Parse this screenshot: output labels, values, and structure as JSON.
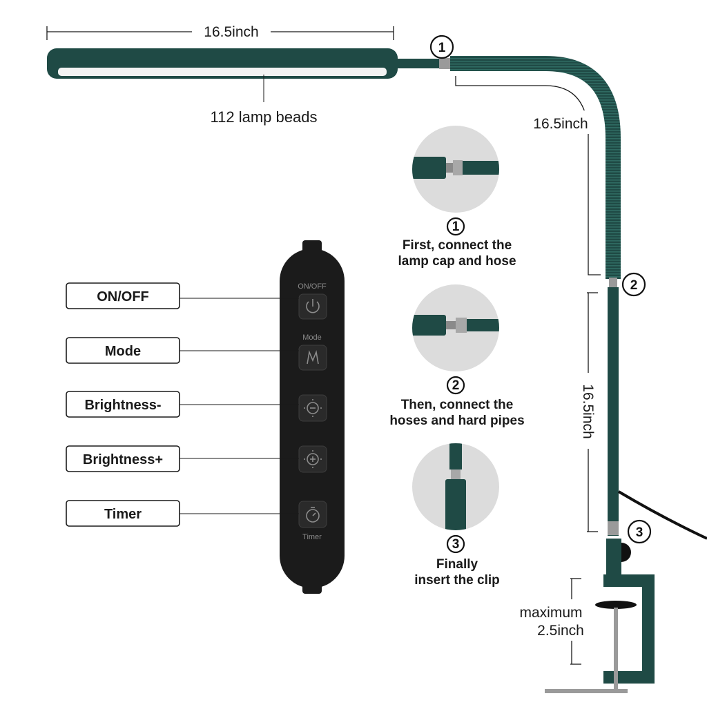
{
  "lamp": {
    "head_width_label": "16.5inch",
    "beads_label": "112 lamp beads",
    "hose_length_label": "16.5inch",
    "pipe_length_label": "16.5inch",
    "clamp_label_line1": "maximum",
    "clamp_label_line2": "2.5inch"
  },
  "badges": [
    "1",
    "2",
    "3"
  ],
  "steps": [
    {
      "number": "1",
      "line1": "First, connect the",
      "line2": "lamp cap and hose"
    },
    {
      "number": "2",
      "line1": "Then, connect the",
      "line2": "hoses and hard pipes"
    },
    {
      "number": "3",
      "line1": "Finally",
      "line2": "insert the clip"
    }
  ],
  "remote": {
    "buttons": [
      {
        "callout": "ON/OFF",
        "label": "ON/OFF",
        "icon": "power-icon"
      },
      {
        "callout": "Mode",
        "label": "Mode",
        "icon": "mode-m-icon"
      },
      {
        "callout": "Brightness-",
        "label": "",
        "icon": "brightness-down-icon"
      },
      {
        "callout": "Brightness+",
        "label": "",
        "icon": "brightness-up-icon"
      },
      {
        "callout": "Timer",
        "label": "Timer",
        "icon": "timer-icon"
      }
    ]
  },
  "colors": {
    "lamp_green": "#1f4a45",
    "remote_body": "#1b1b1b",
    "detail_circle": "#dcdcdc"
  }
}
